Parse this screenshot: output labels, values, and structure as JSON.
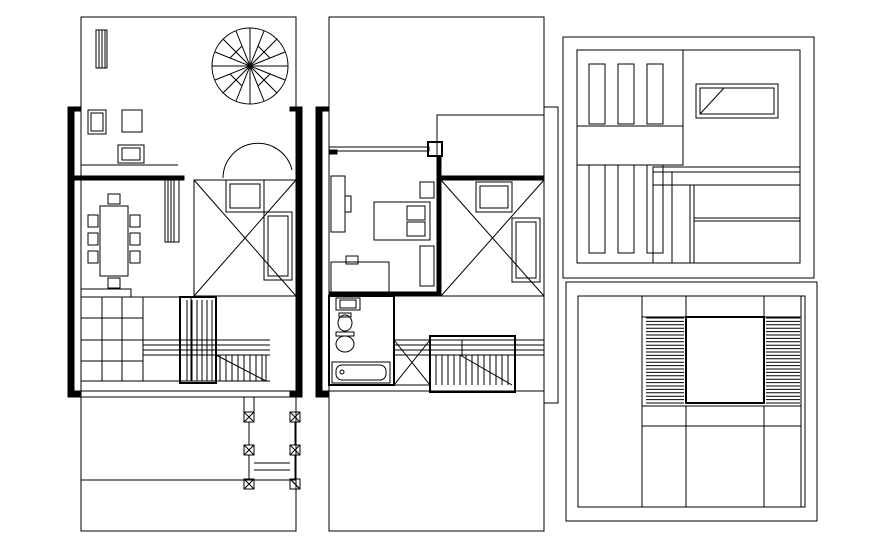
{
  "drawing": {
    "kind": "architectural floor plan (CAD line drawing)",
    "line_color": "#000000",
    "background": "#ffffff",
    "panels": [
      "ground-floor-plan",
      "upper-floor-plan",
      "roof-plan",
      "facade-elevation"
    ],
    "icons": [
      "tree-symbol",
      "armchair-symbol",
      "dining-table-symbol",
      "bed-symbol",
      "toilet-symbol",
      "washbasin-symbol",
      "bathtub-symbol",
      "staircase-symbol",
      "column-symbol",
      "skylight-symbol",
      "louver-symbol"
    ]
  }
}
